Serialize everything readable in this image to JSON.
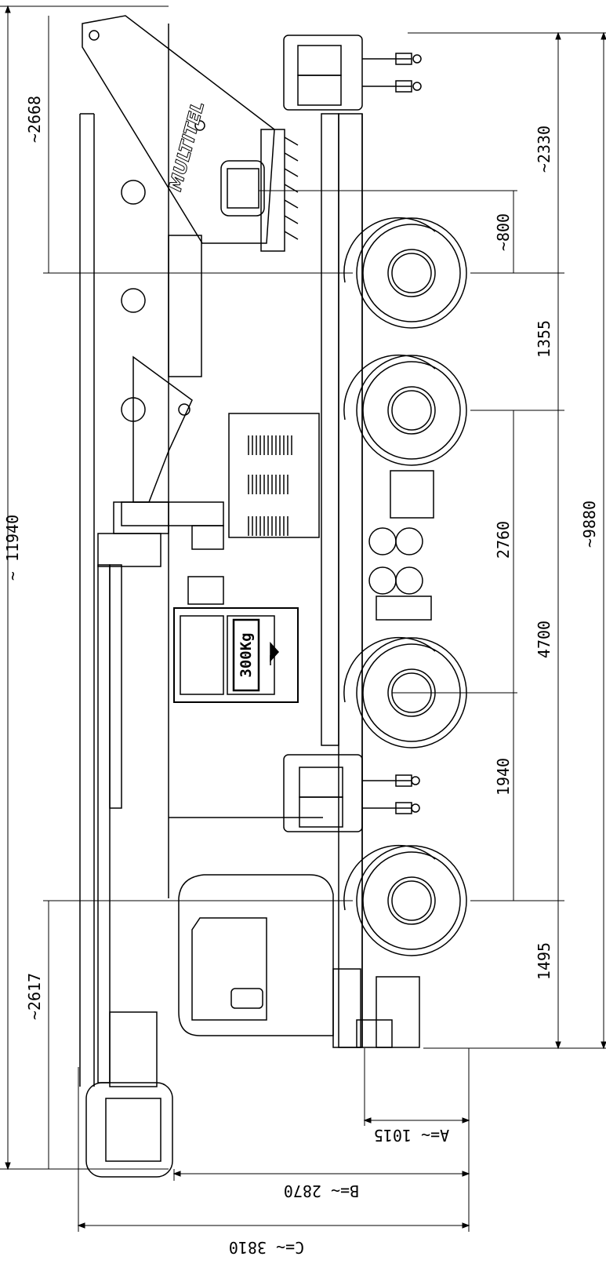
{
  "brand": {
    "logo_text": "MULTITEL"
  },
  "platform": {
    "load_label": "300Kg"
  },
  "dimensions": {
    "overall_length": "~ 11940",
    "boom_front_overhang": "~2668",
    "boom_rear_overhang": "~2617",
    "front_overhang": "~2330",
    "offset_800": "~800",
    "axle_1_2": "1355",
    "axle_2_3_partial": "2760",
    "axle_2_3": "4700",
    "axle_3_4": "1940",
    "rear_overhang": "1495",
    "wheelbase_total": "~9880",
    "dim_a": "A=~ 1015",
    "dim_b": "B=~ 2870",
    "dim_c": "C=~ 3810"
  }
}
